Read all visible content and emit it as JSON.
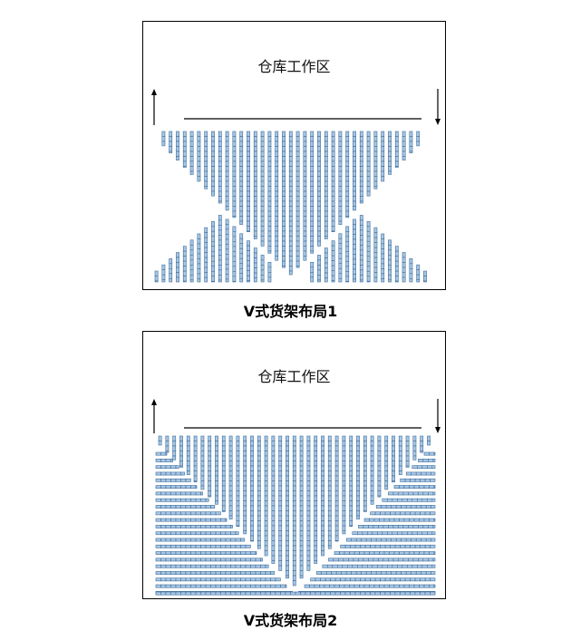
{
  "diagrams": [
    {
      "area_label": "仓库工作区",
      "caption": "V式货架布局1"
    },
    {
      "area_label": "仓库工作区",
      "caption": "V式货架布局2"
    }
  ],
  "colors": {
    "rack_fill": "#a9c6e4",
    "rack_stroke": "#3f6f9c",
    "line": "#000000"
  },
  "icons": [
    "arrow-up-icon",
    "arrow-down-icon"
  ]
}
